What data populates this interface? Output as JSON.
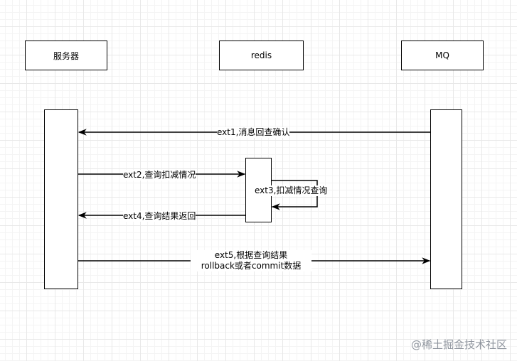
{
  "participants": {
    "server": "服务器",
    "redis": "redis",
    "mq": "MQ"
  },
  "messages": {
    "ext1": "ext1,消息回查确认",
    "ext2": "ext2,查询扣减情况",
    "ext3": "ext3,扣减情况查询",
    "ext4": "ext4,查询结果返回",
    "ext5_line1": "ext5,根据查询结果",
    "ext5_line2": "rollback或者commit数据"
  },
  "watermark": "@稀土掘金技术社区"
}
